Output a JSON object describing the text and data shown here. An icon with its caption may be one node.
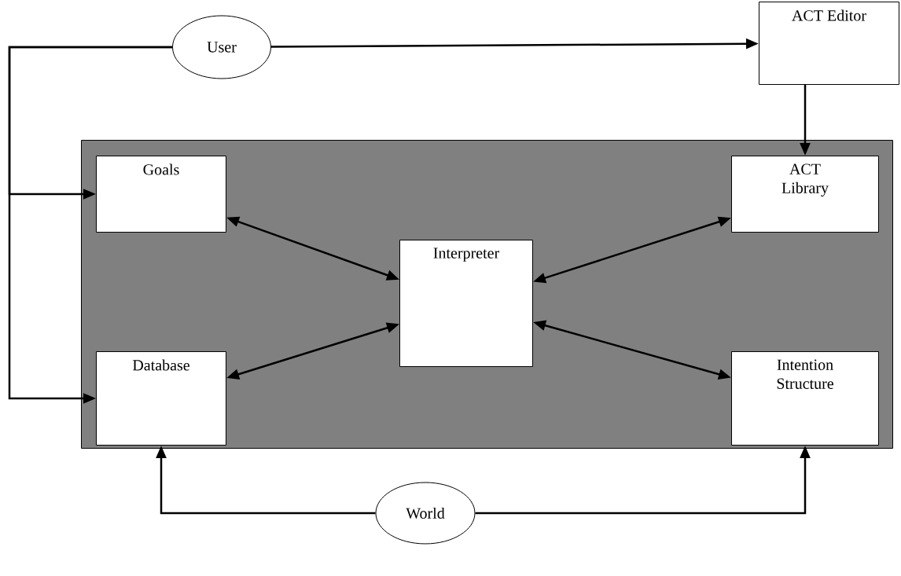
{
  "diagram": {
    "nodes": [
      {
        "text": [
          "User"
        ]
      },
      {
        "text": [
          "ACT Editor"
        ]
      },
      {
        "text": [],
        "shape": "box"
      },
      {
        "text": [
          "Goals"
        ],
        "in": 2
      },
      {
        "text": [
          "ACT Library"
        ],
        "in": 2
      },
      {
        "text": [
          "Interpreter"
        ],
        "in": 2
      },
      {
        "text": [
          "Database"
        ],
        "in": 2
      },
      {
        "text": [
          "Intention Structure"
        ],
        "in": 2
      },
      {
        "text": [
          "World"
        ]
      }
    ],
    "edges": [
      {
        "from": 0,
        "to": 1,
        "arrow": "to"
      },
      {
        "from": 1,
        "to": 4,
        "arrow": "to"
      },
      {
        "from": 0,
        "to": 3,
        "arrow": "to"
      },
      {
        "from": 0,
        "to": 6,
        "arrow": "to"
      },
      {
        "from": 3,
        "to": 5,
        "arrow": "both"
      },
      {
        "from": 4,
        "to": 5,
        "arrow": "both"
      },
      {
        "from": 6,
        "to": 5,
        "arrow": "both"
      },
      {
        "from": 7,
        "to": 5,
        "arrow": "both"
      },
      {
        "from": 8,
        "to": 6,
        "arrow": "to"
      },
      {
        "from": 8,
        "to": 7,
        "arrow": "to"
      }
    ]
  }
}
